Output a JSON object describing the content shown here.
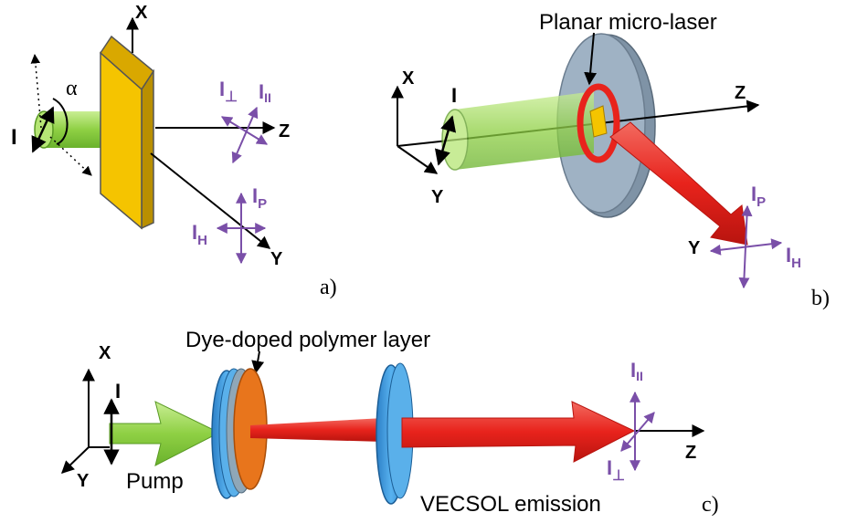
{
  "panel_a": {
    "label": "a)",
    "axes": {
      "x": "X",
      "y": "Y",
      "z": "Z"
    },
    "beam_label": "I",
    "angle_symbol": "α",
    "pol": {
      "perp_main": "I",
      "perp_sub": "⊥",
      "par_main": "I",
      "par_sub": "II",
      "p_main": "I",
      "p_sub": "P",
      "h_main": "I",
      "h_sub": "H"
    }
  },
  "panel_b": {
    "label": "b)",
    "title": "Planar  micro-laser",
    "axes": {
      "x": "X",
      "y": "Y",
      "z": "Z"
    },
    "beam_label": "I",
    "pol": {
      "p_main": "I",
      "p_sub": "P",
      "h_main": "I",
      "h_sub": "H"
    }
  },
  "panel_c": {
    "label": "c)",
    "layer_label": "Dye-doped polymer layer",
    "pump_label": "Pump",
    "emission_label": "VECSOL emission",
    "axes": {
      "x": "X",
      "y": "Y",
      "z": "Z"
    },
    "beam_label": "I",
    "pol": {
      "par_main": "I",
      "par_sub": "II",
      "perp_main": "I",
      "perp_sub": "⊥"
    }
  },
  "colors": {
    "yellow_plate": "#f5c400",
    "plate_edge": "#6b6b6b",
    "green_beam": "#9bd84f",
    "red_beam": "#e8231c",
    "disk_gray": "#9fb2c4",
    "mirror_blue": "#3f9be0",
    "orange_layer": "#e8751c",
    "purple": "#7a4fa8"
  }
}
